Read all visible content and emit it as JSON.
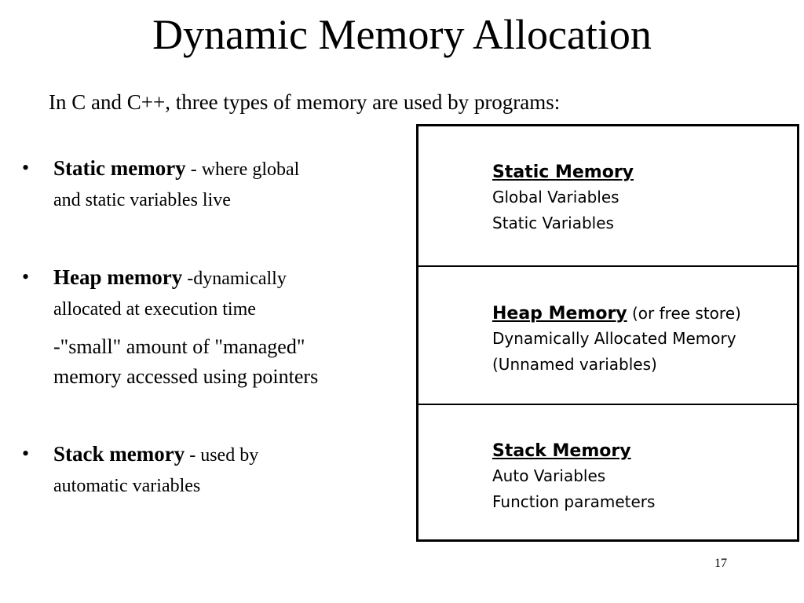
{
  "slide": {
    "title": "Dynamic Memory Allocation",
    "intro": "In C and C++, three types of memory are used by programs:",
    "bullets": [
      {
        "term": "Static memory",
        "separator": " - ",
        "description_line1": "where global",
        "description_line2": "and static variables live"
      },
      {
        "term": "Heap memory",
        "separator": " -",
        "description_line1": "dynamically",
        "description_line2": "allocated at execution time",
        "note_line1": "-\"small\" amount of \"managed\"",
        "note_line2": "memory accessed using pointers"
      },
      {
        "term": "Stack memory",
        "separator": " - ",
        "description_line1": "used by",
        "description_line2": "automatic variables"
      }
    ],
    "bullet_symbol": "•",
    "memory_diagram": {
      "regions": [
        {
          "heading": "Static Memory",
          "heading_note": "",
          "lines": [
            "Global Variables",
            "Static Variables"
          ]
        },
        {
          "heading": "Heap Memory",
          "heading_note": " (or free store)",
          "lines": [
            "Dynamically Allocated Memory",
            "(Unnamed variables)"
          ]
        },
        {
          "heading": "Stack Memory",
          "heading_note": "",
          "lines": [
            "Auto Variables",
            "Function parameters"
          ]
        }
      ]
    },
    "page_number": "17"
  }
}
